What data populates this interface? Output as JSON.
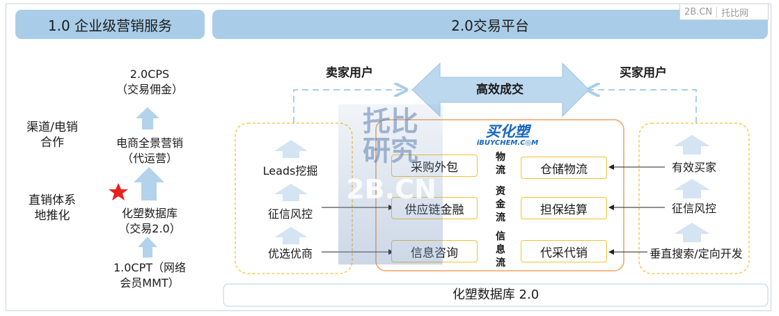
{
  "headers": {
    "left": "1.0  企业级营销服务",
    "right": "2.0交易平台"
  },
  "corner_brand": {
    "domain": "2B.CN",
    "name": "托比网"
  },
  "left_column": {
    "channel": [
      "渠道/电销",
      "合作"
    ],
    "direct": [
      "直销体系",
      "地推化"
    ],
    "levels": [
      {
        "lines": [
          "2.0CPS",
          "（交易佣金）"
        ]
      },
      {
        "lines": [
          "电商全景营销",
          "（代运营）"
        ]
      },
      {
        "lines": [
          "化塑数据库",
          "（交易2.0）"
        ]
      },
      {
        "lines": [
          "1.0CPT（网络",
          "会员MMT）"
        ]
      }
    ]
  },
  "top_flow": {
    "seller": "卖家用户",
    "deal": "高效成交",
    "buyer": "买家用户"
  },
  "seller_items": [
    "Leads挖掘",
    "征信风控",
    "优选优商"
  ],
  "buyer_items": [
    "有效买家",
    "征信风控",
    "垂直搜索/定向开发"
  ],
  "center": {
    "logo_cn": "买化塑",
    "logo_en": "iBUYCHEM.C◎M",
    "left_boxes": [
      "采购外包",
      "供应链金融",
      "信息咨询"
    ],
    "right_boxes": [
      "仓储物流",
      "担保结算",
      "代采代销"
    ],
    "flows": [
      [
        "物",
        "流"
      ],
      [
        "资",
        "金",
        "流"
      ],
      [
        "信",
        "息",
        "流"
      ]
    ]
  },
  "footer": "化塑数据库 2.0",
  "watermark": {
    "line1": "托比",
    "line2": "研究",
    "line3": "2B.CN"
  },
  "colors": {
    "header": "#a9cde8",
    "arrow": "#bcd8ef",
    "box_border": "#f2c230",
    "center_border": "#f0a060",
    "star": "#e8231f"
  }
}
